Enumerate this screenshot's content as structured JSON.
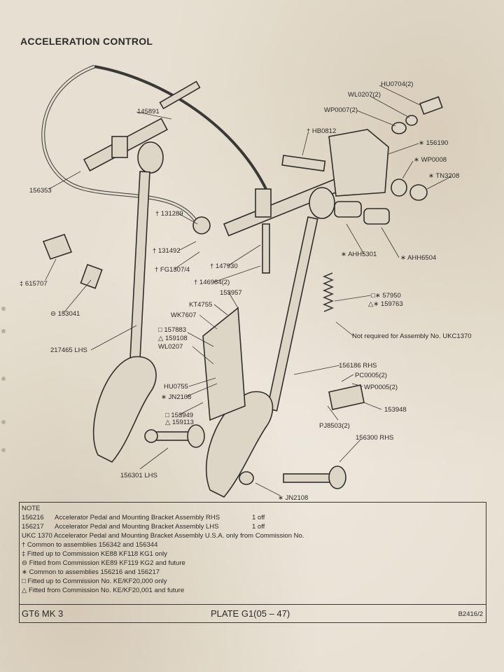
{
  "title": "ACCELERATION CONTROL",
  "labels": {
    "hu0704": "HU0704(2)",
    "wl0207_2": "WL0207(2)",
    "wp0007": "WP0007(2)",
    "p145891": "145891",
    "hb0812": "† HB0812",
    "p156190": "∗ 156190",
    "wp0008": "∗ WP0008",
    "tn3208": "∗ TN3208",
    "p156353": "156353",
    "p131289": "† 131289",
    "p131492": "† 131492",
    "fg1307": "† FG1307/4",
    "p147930": "† 147930",
    "p146984": "† 146984(2)",
    "ahh5301": "∗ AHH5301",
    "ahh6504": "∗ AHH6504",
    "p615707": "‡ 615707",
    "p153957": "153957",
    "kt4755": "KT4755",
    "wk7607": "WK7607",
    "p57950": "□∗ 57950",
    "p159763": "△∗ 159763",
    "p153041": "⊖ 153041",
    "not_required": "Not required for Assembly No. UKC1370",
    "p157883": "□ 157883",
    "p159108": "△ 159108",
    "wl0207": "WL0207",
    "p217465": "217465 LHS",
    "p156186": "156186 RHS",
    "pc0005": "PC0005(2)",
    "wp0005": "WP0005(2)",
    "hu0755": "HU0755",
    "jn2108_a": "∗ JN2108",
    "p153948": "153948",
    "p153949": "□ 153949",
    "p159113": "△ 159113",
    "pj8503": "PJ8503(2)",
    "p156300": "156300 RHS",
    "p156301": "156301 LHS",
    "jn2108_b": "∗ JN2108"
  },
  "note": {
    "heading": "NOTE",
    "rows": [
      {
        "code": "156216",
        "desc": "Accelerator Pedal and Mounting Bracket Assembly RHS",
        "qty": "1 off"
      },
      {
        "code": "156217",
        "desc": "Accelerator Pedal and Mounting Bracket Assembly LHS",
        "qty": "1 off"
      }
    ],
    "lines": [
      "UKC 1370    Accelerator Pedal and Mounting Bracket Assembly U.S.A. only from Commission No.",
      "† Common to assemblies 156342 and 156344",
      "‡ Fitted up to Commission  KE88 KF118 KG1 only",
      "⊖ Fitted from Commission  KE89 KF119 KG2 and future",
      "∗ Common to assemblies 156216 and 156217",
      "□ Fitted up to Commission No. KE/KF20,000  only",
      "△ Fitted from Commission No. KE/KF20,001  and future"
    ]
  },
  "footer": {
    "model": "GT6 MK 3",
    "plate": "PLATE G1(05 – 47)",
    "ref": "B2416/2"
  }
}
